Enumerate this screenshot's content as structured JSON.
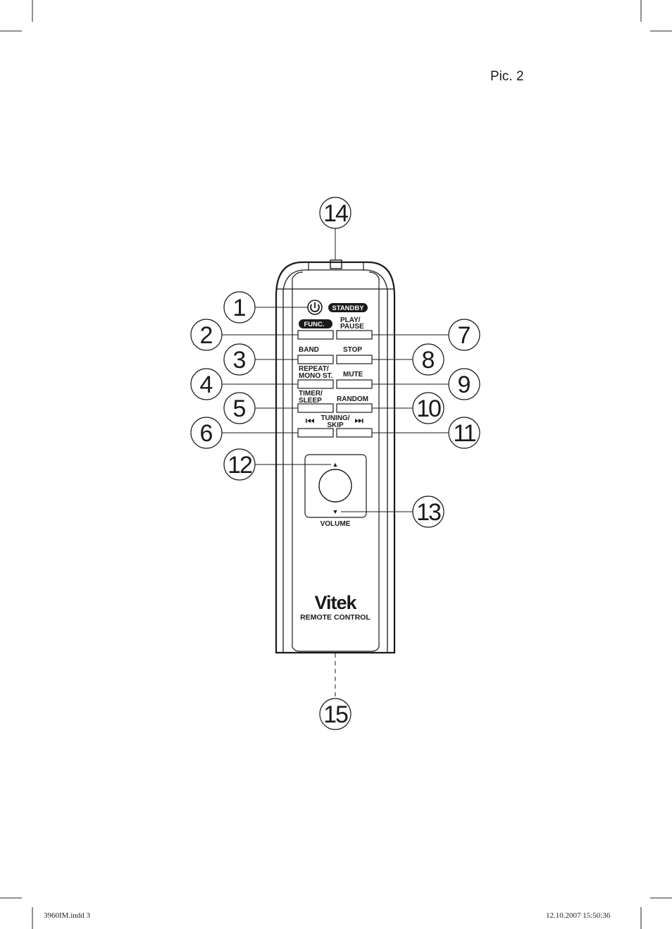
{
  "page": {
    "figure_label": "Pic. 2",
    "footer_left": "3960IM.indd   3",
    "footer_right": "12.10.2007   15:50:36"
  },
  "remote": {
    "brand": "Vitek",
    "caption": "REMOTE CONTROL",
    "buttons": {
      "standby": "STANDBY",
      "func": "FUNC.",
      "play_pause_1": "PLAY/",
      "play_pause_2": "PAUSE",
      "band": "BAND",
      "stop": "STOP",
      "repeat_1": "REPEAT/",
      "repeat_2": "MONO ST.",
      "mute": "MUTE",
      "timer_1": "TIMER/",
      "timer_2": "SLEEP",
      "random": "RANDOM",
      "tuning_1": "TUNING/",
      "tuning_2": "SKIP",
      "prev_symbol": "⏮",
      "next_symbol": "⏭",
      "volume": "VOLUME",
      "volume_up_symbol": "▲",
      "volume_down_symbol": "▼"
    }
  },
  "callouts": [
    "1",
    "2",
    "3",
    "4",
    "5",
    "6",
    "7",
    "8",
    "9",
    "10",
    "11",
    "12",
    "13",
    "14",
    "15"
  ]
}
